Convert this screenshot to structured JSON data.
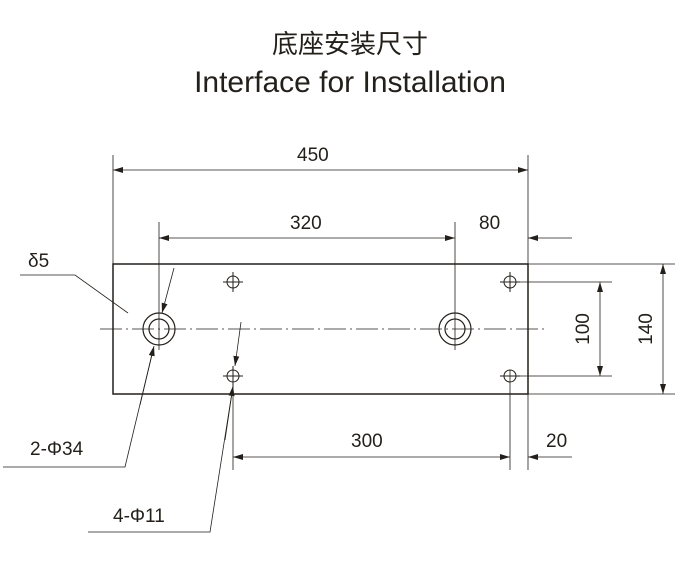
{
  "title_cn": "底座安装尺寸",
  "title_en": "Interface for Installation",
  "dimensions": {
    "overall_length": "450",
    "hole_spacing": "320",
    "edge_offset": "80",
    "vertical_hole_spacing": "100",
    "overall_width": "140",
    "small_hole_spacing": "300",
    "small_hole_edge": "20"
  },
  "callouts": {
    "thickness": "δ5",
    "large_holes": "2-Φ34",
    "small_holes": "4-Φ11"
  }
}
